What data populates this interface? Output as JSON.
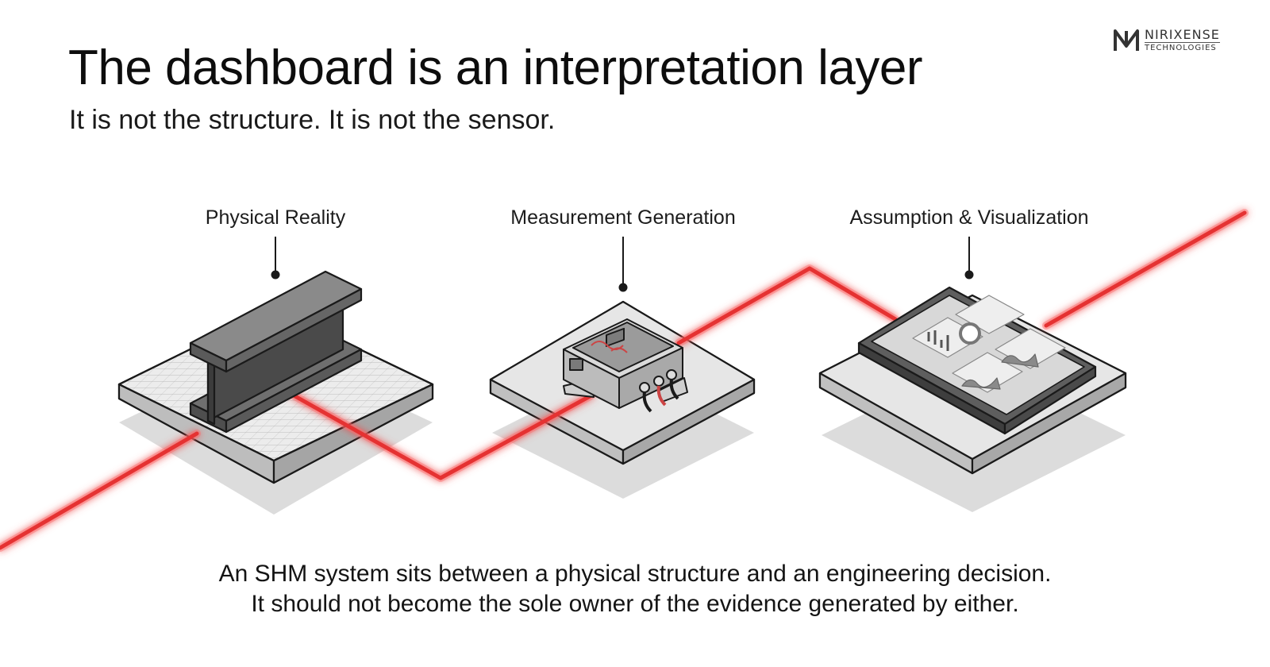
{
  "brand": {
    "name": "NIRIXENSE",
    "tagline": "TECHNOLOGIES"
  },
  "header": {
    "title": "The dashboard is an interpretation layer",
    "subtitle": "It is not the structure. It is not the sensor."
  },
  "stages": [
    {
      "label": "Physical Reality",
      "icon": "steel-i-beam-icon"
    },
    {
      "label": "Measurement Generation",
      "icon": "sensor-junction-box-icon"
    },
    {
      "label": "Assumption & Visualization",
      "icon": "dashboard-tablet-icon"
    }
  ],
  "colors": {
    "signal_line": "#e53030",
    "platform": "#e4e4e4",
    "outline": "#1a1a1a"
  },
  "footer": {
    "line1": "An SHM system sits between a physical structure and an engineering decision.",
    "line2": "It should not become the sole owner of the evidence generated by either."
  }
}
